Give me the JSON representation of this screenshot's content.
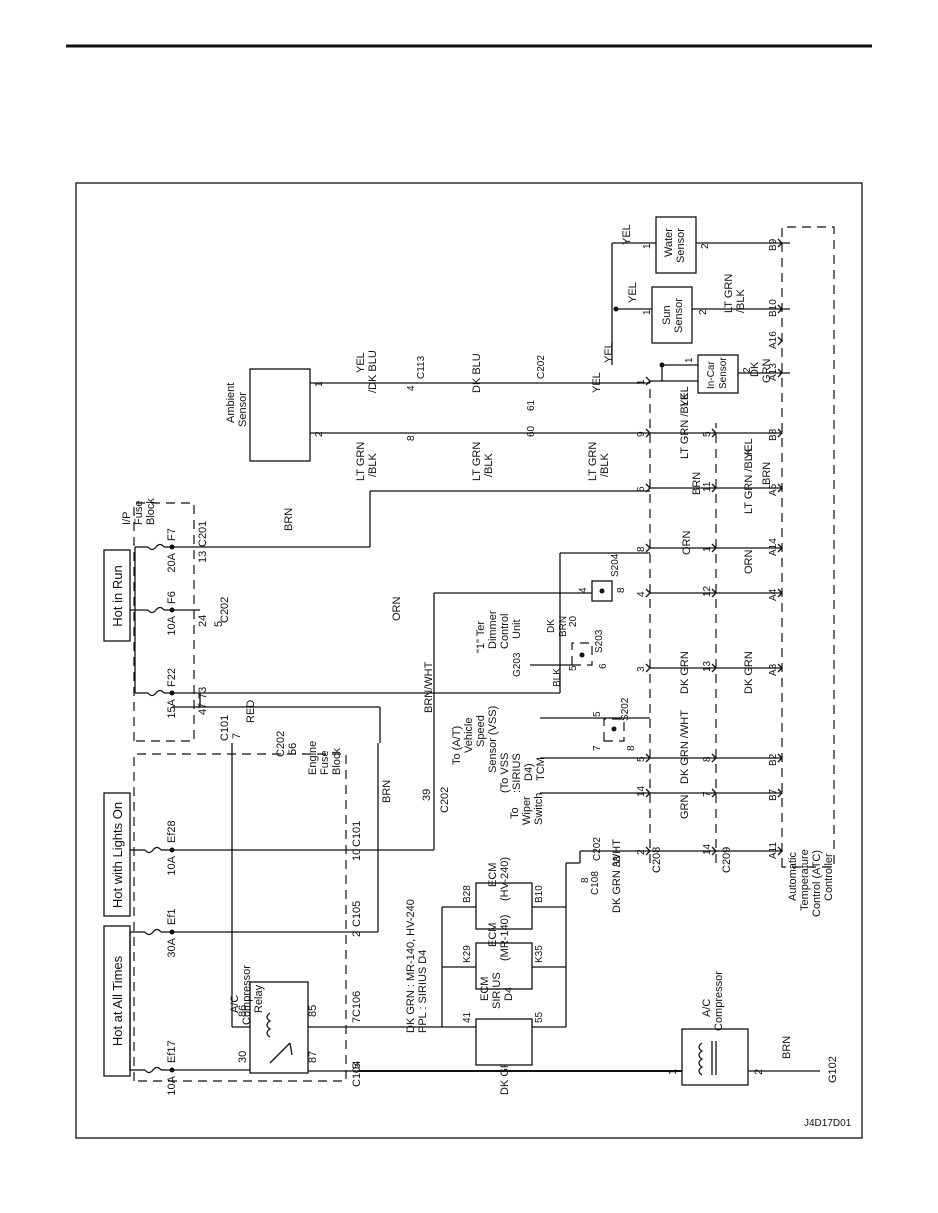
{
  "diagram_code": "J4D17D01",
  "power": {
    "hot_at_all_times": "Hot at All Times",
    "hot_with_lights_on": "Hot with Lights On",
    "hot_in_run": "Hot in Run"
  },
  "fuses": {
    "ef17_rating": "10A",
    "ef17": "Ef17",
    "ef1_rating": "30A",
    "ef1": "Ef1",
    "ef28_rating": "10A",
    "ef28": "Ef28",
    "f22_rating": "15A",
    "f22": "F22",
    "f6_rating": "10A",
    "f6": "F6",
    "f7_rating": "20A",
    "f7": "F7"
  },
  "blocks": {
    "engine_fuse_block": [
      "Engine",
      "Fuse",
      "Block"
    ],
    "ip_fuse_block": [
      "I/P",
      "Fuse",
      "Block"
    ]
  },
  "relay": {
    "label": [
      "A/C",
      "Compressor",
      "Relay"
    ],
    "p30": "30",
    "p86": "86",
    "p85": "85",
    "p87": "87"
  },
  "compressor": {
    "label": [
      "A/C",
      "Compressor"
    ],
    "p1": "1",
    "p2": "2",
    "wire": "BRN",
    "ground": "G102"
  },
  "connectors": {
    "c104": "C104",
    "c106": "C106",
    "c105": "C105",
    "c101": "C101",
    "c101_top": "C101",
    "c202_a": "C202",
    "c202_b": "C202",
    "c202_c": "C202",
    "c202_d": "C202",
    "c202_e": "C202",
    "c201": "C201",
    "c113": "C113",
    "c108": "C108",
    "c208": "C208",
    "c209": "C209"
  },
  "pins": {
    "c104": "5",
    "c104_alt": "7",
    "c106": "7",
    "c105": "2",
    "c101": "10",
    "c101_top": "7",
    "c202_56": "56",
    "f22_47": "47",
    "f22_73": "73",
    "f6_24": "24",
    "f6_5": "5",
    "f7_13": "13",
    "c202_39": "39",
    "c202_33": "33",
    "c108_8": "8",
    "c113_4": "4",
    "c113_8": "8",
    "c202_60": "60",
    "c202_61": "61",
    "amb_1": "1",
    "amb_2": "2"
  },
  "wires": {
    "dk_grn": "DK GRN",
    "red": "RED",
    "brn": "BRN",
    "orn": "ORN",
    "brn_wht": "BRN/WHT",
    "dk_grn_wht_a": "DK GRN /WHT",
    "ecm_note_1": "DK GRN : MR-140, HV-240",
    "ecm_note_2": "PPL : SIRIUS D4",
    "yel_dk_blu": [
      "YEL",
      "/DK BLU"
    ],
    "dk_blu": "DK BLU",
    "yel": "YEL",
    "lt_grn_blk_1": [
      "LT GRN",
      "/BLK"
    ],
    "lt_grn_blk_2": [
      "LT GRN",
      "/BLK"
    ],
    "lt_grn_blk_3": [
      "LT GRN",
      "/BLK"
    ]
  },
  "ecms": {
    "sirius": {
      "label": [
        "ECM",
        "SIRIUS",
        "D4"
      ],
      "p_in": "41",
      "p_out": "55"
    },
    "mr140": {
      "label": [
        "ECM",
        "(MR-140)"
      ],
      "p_in": "K29",
      "p_out": "K35"
    },
    "hv240": {
      "label": [
        "ECM",
        "(HV-240)"
      ],
      "p_in": "B28",
      "p_out": "B10"
    }
  },
  "ambient_sensor": [
    "Ambient",
    "Sensor"
  ],
  "destinations": {
    "wiper": [
      "To",
      "Wiper",
      "Switch"
    ],
    "vss": [
      "To (A/T)",
      "Vehicle",
      "Speed",
      "Sensor (VSS)"
    ],
    "vss_alt": [
      "(To VSS",
      ":SIRIUS",
      "D4)",
      "TCM"
    ],
    "dimmer": [
      "\"1\" Ter",
      "Dimmer",
      "Control",
      "Unit"
    ]
  },
  "splices": {
    "s202": "S202",
    "s203": "S203",
    "s204": "S204",
    "g203": "G203",
    "blk": "BLK",
    "dk_brn": [
      "DK",
      "BRN"
    ],
    "s203_20": "20",
    "s203_5": "5",
    "s203_6": "6",
    "s202_5": "5",
    "s202_7": "7",
    "s202_8": "8",
    "s204_4": "4",
    "s204_8": "8"
  },
  "c208_column": [
    {
      "pin": "1",
      "wire": "YEL"
    },
    {
      "pin": "9",
      "wire": "LT GRN /BLK"
    },
    {
      "pin": "6",
      "wire": ""
    },
    {
      "pin": "8",
      "wire": ""
    },
    {
      "pin": "4",
      "wire": ""
    },
    {
      "pin": "3",
      "wire": "DK GRN"
    },
    {
      "pin": "5",
      "wire": "DK GRN /WHT"
    },
    {
      "pin": "14",
      "wire": "GRN"
    },
    {
      "pin": "2",
      "wire": ""
    }
  ],
  "c209_column": [
    {
      "pin": "5",
      "wire": "YEL"
    },
    {
      "pin": "11",
      "wire": "LT GRN /BLK"
    },
    {
      "pin": "1",
      "wire": "ORN"
    },
    {
      "pin": "12",
      "wire": ""
    },
    {
      "pin": "13",
      "wire": "DK GRN"
    },
    {
      "pin": "8",
      "wire": ""
    },
    {
      "pin": "7",
      "wire": ""
    },
    {
      "pin": "14",
      "wire": ""
    }
  ],
  "c208_brn": "BRN",
  "c208_orn": "ORN",
  "c209_brn": "BRN",
  "atc_pins": [
    "B9",
    "B10",
    "A16",
    "A13",
    "B8",
    "A5",
    "A14",
    "A4",
    "A3",
    "B2",
    "B7",
    "A11"
  ],
  "sensors": {
    "water": {
      "label": [
        "Water",
        "Sensor"
      ],
      "p1": "1",
      "p2": "2",
      "wire_in": "YEL",
      "wire_out": ""
    },
    "sun": {
      "label": [
        "Sun",
        "Sensor"
      ],
      "p1": "1",
      "p2": "2",
      "wire_in": "YEL",
      "wire_out": [
        "LT GRN",
        "/BLK"
      ]
    },
    "incar": {
      "label": [
        "In-Car",
        "Sensor"
      ],
      "p1": "1",
      "p2": "2",
      "wire_in": "YEL",
      "wire_out": [
        "DK",
        "GRN"
      ]
    }
  },
  "atc_label": [
    "Automatic",
    "Temperature",
    "Control (ATC)",
    "Controller"
  ]
}
